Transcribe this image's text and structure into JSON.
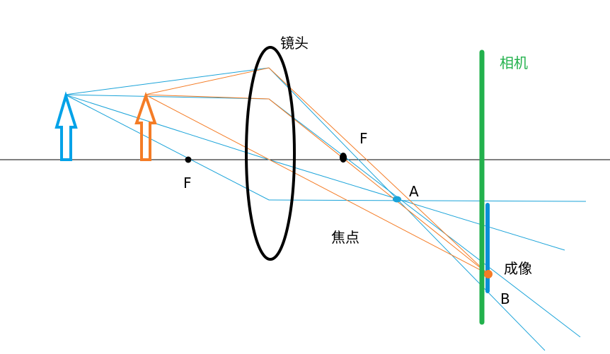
{
  "labels": {
    "lens": "镜头",
    "camera": "相机",
    "focus_left": "F",
    "focus_right": "F",
    "point_a": "A",
    "focal_point": "焦点",
    "image": "成像",
    "point_b": "B"
  },
  "colors": {
    "axis": "#000000",
    "lens": "#000000",
    "camera": "#22b14c",
    "blue_object": "#00a2e8",
    "orange_object": "#f47c26",
    "blue_rays": "#1aa3d9",
    "orange_rays": "#f47c26",
    "image_bar": "#0a8fd8"
  }
}
